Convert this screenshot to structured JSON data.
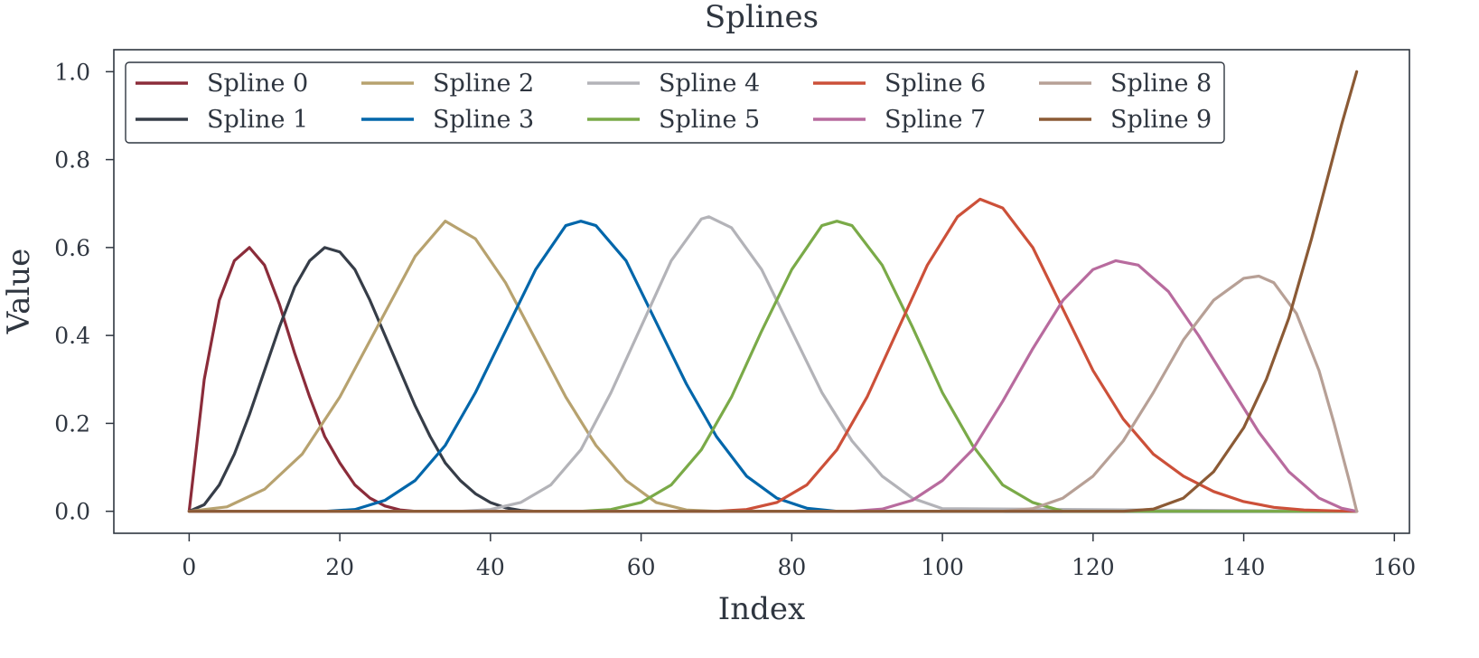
{
  "chart_data": {
    "type": "line",
    "title": "Splines",
    "xlabel": "Index",
    "ylabel": "Value",
    "xlim": [
      -10,
      162
    ],
    "ylim": [
      -0.05,
      1.05
    ],
    "xticks": [
      0,
      20,
      40,
      60,
      80,
      100,
      120,
      140,
      160
    ],
    "yticks": [
      0.0,
      0.2,
      0.4,
      0.6,
      0.8,
      1.0
    ],
    "xtick_labels": [
      "0",
      "20",
      "40",
      "60",
      "80",
      "100",
      "120",
      "140",
      "160"
    ],
    "ytick_labels": [
      "0.0",
      "0.2",
      "0.4",
      "0.6",
      "0.8",
      "1.0"
    ],
    "grid": false,
    "legend": {
      "placement": "top-left",
      "columns": 5
    },
    "series": [
      {
        "name": "Spline 0",
        "color": "#8b2c3a",
        "x": [
          0,
          2,
          4,
          6,
          8,
          10,
          12,
          14,
          16,
          18,
          20,
          22,
          24,
          26,
          28,
          30,
          155
        ],
        "values": [
          0.0,
          0.3,
          0.48,
          0.57,
          0.6,
          0.56,
          0.47,
          0.36,
          0.26,
          0.17,
          0.11,
          0.06,
          0.03,
          0.012,
          0.003,
          0.0,
          0.0
        ]
      },
      {
        "name": "Spline 1",
        "color": "#363d48",
        "x": [
          0,
          2,
          4,
          6,
          8,
          10,
          12,
          14,
          16,
          18,
          20,
          22,
          24,
          26,
          28,
          30,
          32,
          34,
          36,
          38,
          40,
          42,
          44,
          46,
          155
        ],
        "values": [
          0.0,
          0.015,
          0.06,
          0.13,
          0.22,
          0.32,
          0.42,
          0.51,
          0.57,
          0.6,
          0.59,
          0.55,
          0.48,
          0.4,
          0.32,
          0.24,
          0.17,
          0.11,
          0.07,
          0.04,
          0.02,
          0.008,
          0.002,
          0.0,
          0.0
        ]
      },
      {
        "name": "Spline 2",
        "color": "#b7a26f",
        "x": [
          0,
          5,
          10,
          15,
          20,
          25,
          30,
          34,
          38,
          42,
          46,
          50,
          54,
          58,
          62,
          66,
          70,
          155
        ],
        "values": [
          0.0,
          0.01,
          0.05,
          0.13,
          0.26,
          0.42,
          0.58,
          0.66,
          0.62,
          0.52,
          0.39,
          0.26,
          0.15,
          0.07,
          0.02,
          0.003,
          0.0,
          0.0
        ]
      },
      {
        "name": "Spline 3",
        "color": "#0066aa",
        "x": [
          0,
          18,
          22,
          26,
          30,
          34,
          38,
          42,
          46,
          50,
          52,
          54,
          58,
          62,
          66,
          70,
          74,
          78,
          82,
          86,
          155
        ],
        "values": [
          0.0,
          0.0,
          0.004,
          0.025,
          0.07,
          0.15,
          0.27,
          0.41,
          0.55,
          0.65,
          0.66,
          0.65,
          0.57,
          0.43,
          0.29,
          0.17,
          0.08,
          0.03,
          0.007,
          0.0,
          0.0
        ]
      },
      {
        "name": "Spline 4",
        "color": "#b3b3b8",
        "x": [
          0,
          36,
          40,
          44,
          48,
          52,
          56,
          60,
          64,
          68,
          69,
          72,
          76,
          80,
          84,
          88,
          92,
          96,
          100,
          155
        ],
        "values": [
          0.0,
          0.0,
          0.004,
          0.02,
          0.06,
          0.14,
          0.27,
          0.42,
          0.57,
          0.665,
          0.67,
          0.645,
          0.55,
          0.41,
          0.27,
          0.16,
          0.08,
          0.03,
          0.006,
          0.0
        ]
      },
      {
        "name": "Spline 5",
        "color": "#7aaa48",
        "x": [
          0,
          52,
          56,
          60,
          64,
          68,
          72,
          76,
          80,
          84,
          86,
          88,
          92,
          96,
          100,
          104,
          108,
          112,
          116,
          155
        ],
        "values": [
          0.0,
          0.0,
          0.004,
          0.02,
          0.06,
          0.14,
          0.26,
          0.41,
          0.55,
          0.65,
          0.66,
          0.65,
          0.56,
          0.42,
          0.27,
          0.15,
          0.06,
          0.02,
          0.0,
          0.0
        ]
      },
      {
        "name": "Spline 6",
        "color": "#cc5039",
        "x": [
          0,
          70,
          74,
          78,
          82,
          86,
          90,
          94,
          98,
          102,
          105,
          108,
          112,
          116,
          120,
          124,
          128,
          132,
          136,
          140,
          144,
          148,
          152,
          155
        ],
        "values": [
          0.0,
          0.0,
          0.004,
          0.02,
          0.06,
          0.14,
          0.26,
          0.41,
          0.56,
          0.67,
          0.71,
          0.69,
          0.6,
          0.46,
          0.32,
          0.21,
          0.13,
          0.08,
          0.045,
          0.022,
          0.009,
          0.003,
          0.001,
          0.0
        ]
      },
      {
        "name": "Spline 7",
        "color": "#b86b9e",
        "x": [
          0,
          88,
          92,
          96,
          100,
          104,
          108,
          112,
          116,
          120,
          123,
          126,
          130,
          134,
          138,
          142,
          146,
          150,
          153,
          155
        ],
        "values": [
          0.0,
          0.0,
          0.005,
          0.025,
          0.07,
          0.14,
          0.25,
          0.37,
          0.48,
          0.55,
          0.57,
          0.56,
          0.5,
          0.4,
          0.29,
          0.18,
          0.09,
          0.03,
          0.007,
          0.0
        ]
      },
      {
        "name": "Spline 8",
        "color": "#b7a096",
        "x": [
          0,
          108,
          112,
          116,
          120,
          124,
          128,
          132,
          136,
          140,
          142,
          144,
          147,
          150,
          152,
          154,
          155
        ],
        "values": [
          0.0,
          0.0,
          0.006,
          0.03,
          0.08,
          0.16,
          0.27,
          0.39,
          0.48,
          0.53,
          0.535,
          0.52,
          0.45,
          0.32,
          0.2,
          0.07,
          0.0
        ]
      },
      {
        "name": "Spline 9",
        "color": "#8b5a35",
        "x": [
          0,
          124,
          128,
          132,
          136,
          140,
          143,
          146,
          149,
          151,
          153,
          155
        ],
        "values": [
          0.0,
          0.0,
          0.005,
          0.03,
          0.09,
          0.19,
          0.3,
          0.44,
          0.62,
          0.75,
          0.88,
          1.0
        ]
      }
    ]
  }
}
